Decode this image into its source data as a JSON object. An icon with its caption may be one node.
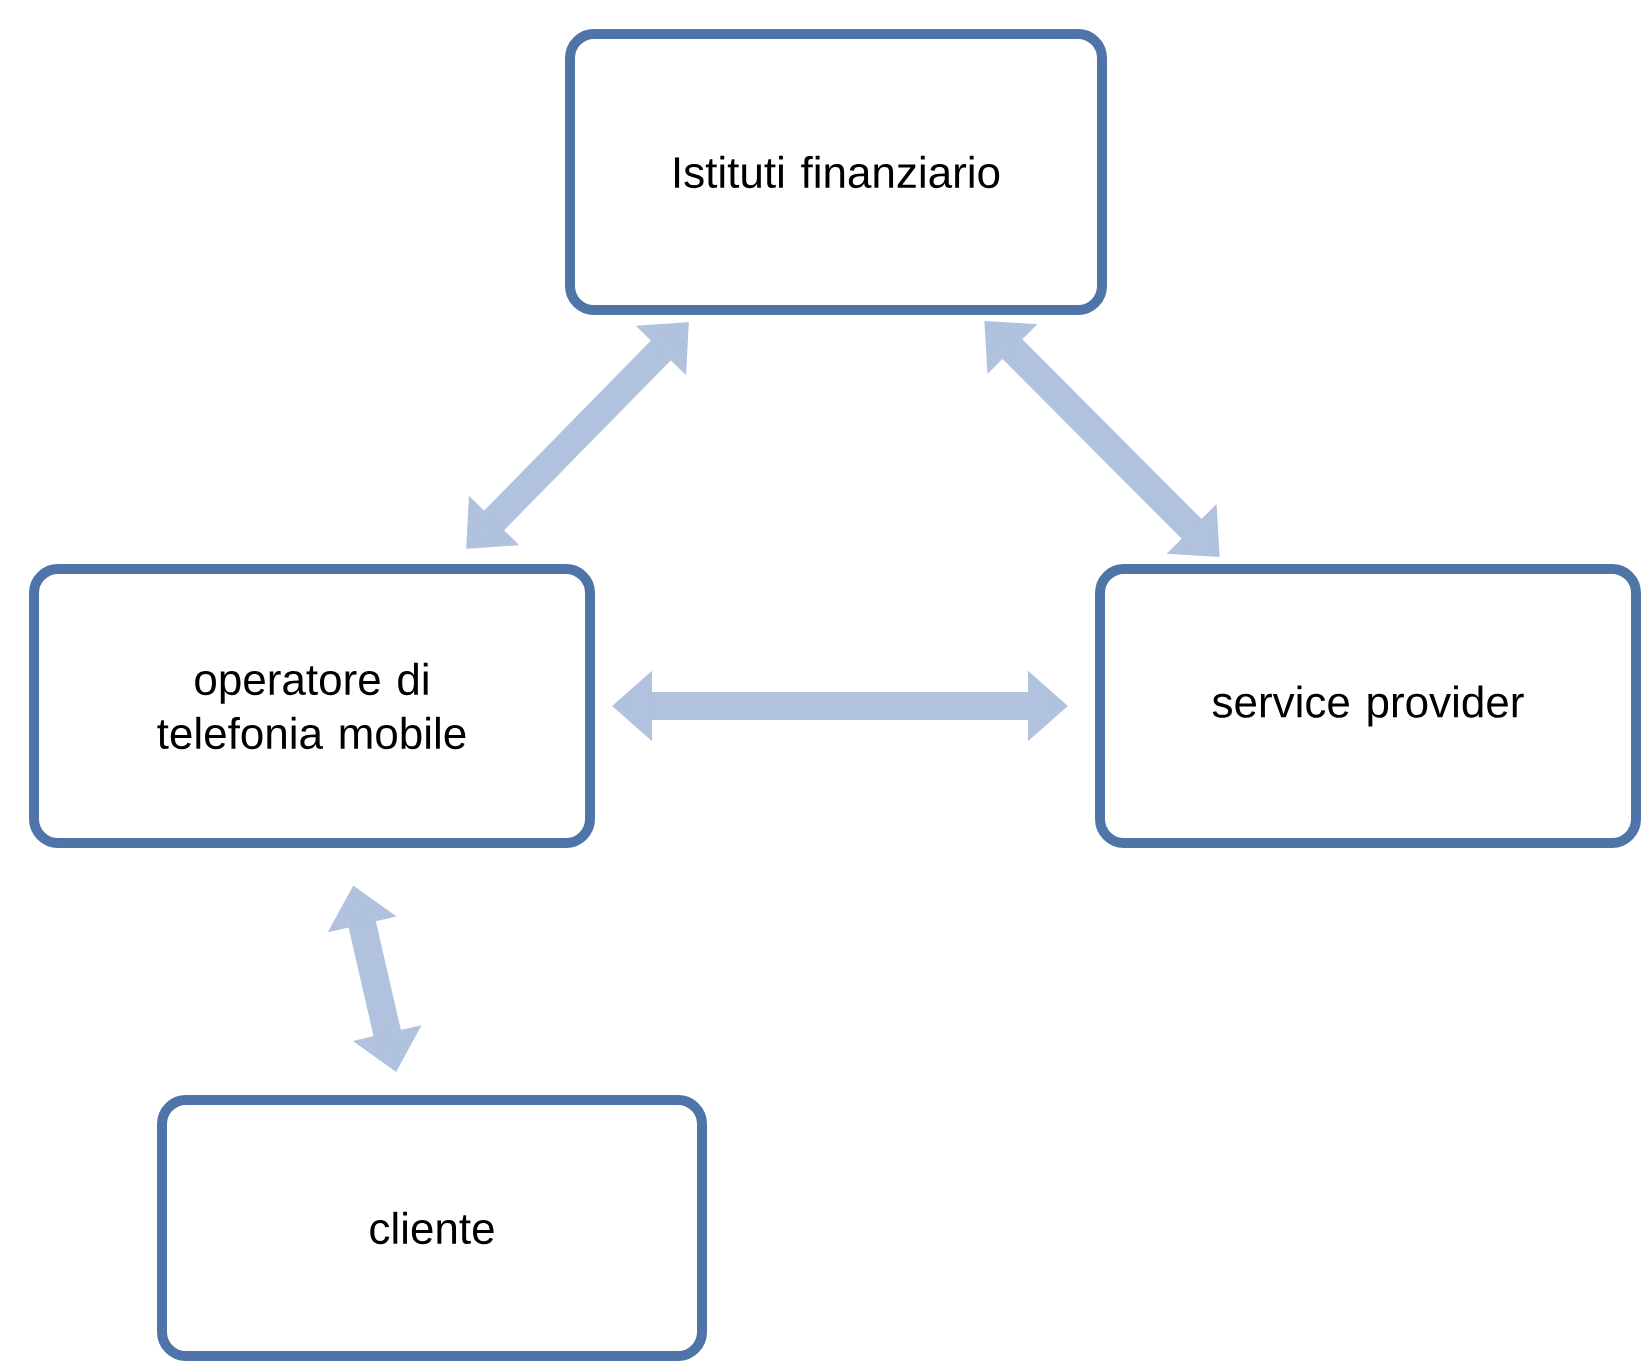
{
  "diagram": {
    "nodes": [
      {
        "text": [
          "Istituti finanziario"
        ]
      },
      {
        "text": [
          "operatore di telefonia mobile"
        ]
      },
      {
        "text": [
          "service provider"
        ]
      },
      {
        "text": [
          "cliente"
        ]
      }
    ],
    "edges": [
      {
        "from": 0,
        "to": 1,
        "arrow": "both"
      },
      {
        "from": 0,
        "to": 2,
        "arrow": "both"
      },
      {
        "from": 1,
        "to": 2,
        "arrow": "both"
      },
      {
        "from": 1,
        "to": 3,
        "arrow": "both"
      }
    ]
  }
}
